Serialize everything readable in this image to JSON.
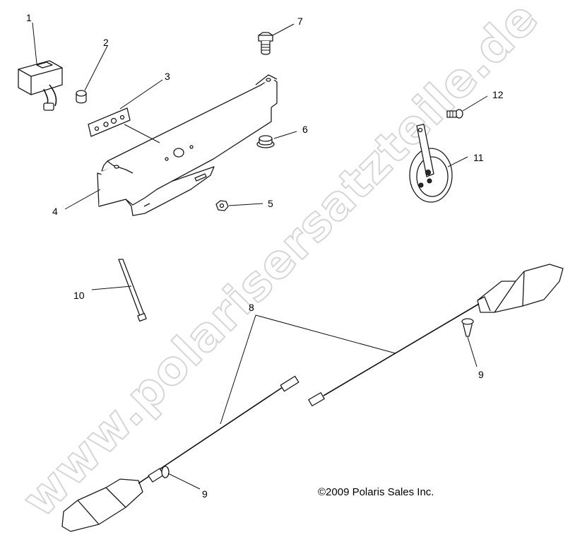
{
  "watermark": "www.polarisersatzteile.de",
  "copyright": "©2009 Polaris Sales Inc.",
  "callouts": {
    "c1": "1",
    "c2": "2",
    "c3": "3",
    "c4": "4",
    "c5": "5",
    "c6": "6",
    "c7": "7",
    "c8": "8",
    "c9a": "9",
    "c9b": "9",
    "c10": "10",
    "c11": "11",
    "c12": "12"
  }
}
